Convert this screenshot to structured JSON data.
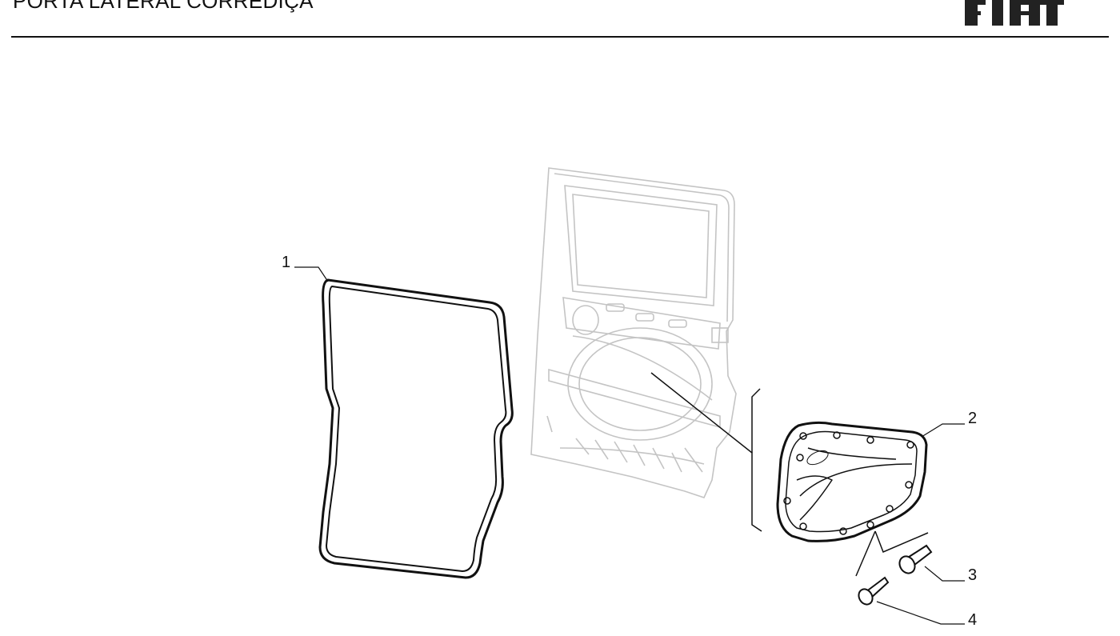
{
  "header": {
    "title": "PORTA LATERAL CORREDIÇA",
    "logo_text": "FIAT"
  },
  "parts": [
    {
      "number": "1",
      "name": "door-seal"
    },
    {
      "number": "2",
      "name": "door-trim-panel"
    },
    {
      "number": "3",
      "name": "fastener-clip"
    },
    {
      "number": "4",
      "name": "screw"
    }
  ],
  "colors": {
    "line": "#111111",
    "ghost": "#bdbdbd"
  }
}
